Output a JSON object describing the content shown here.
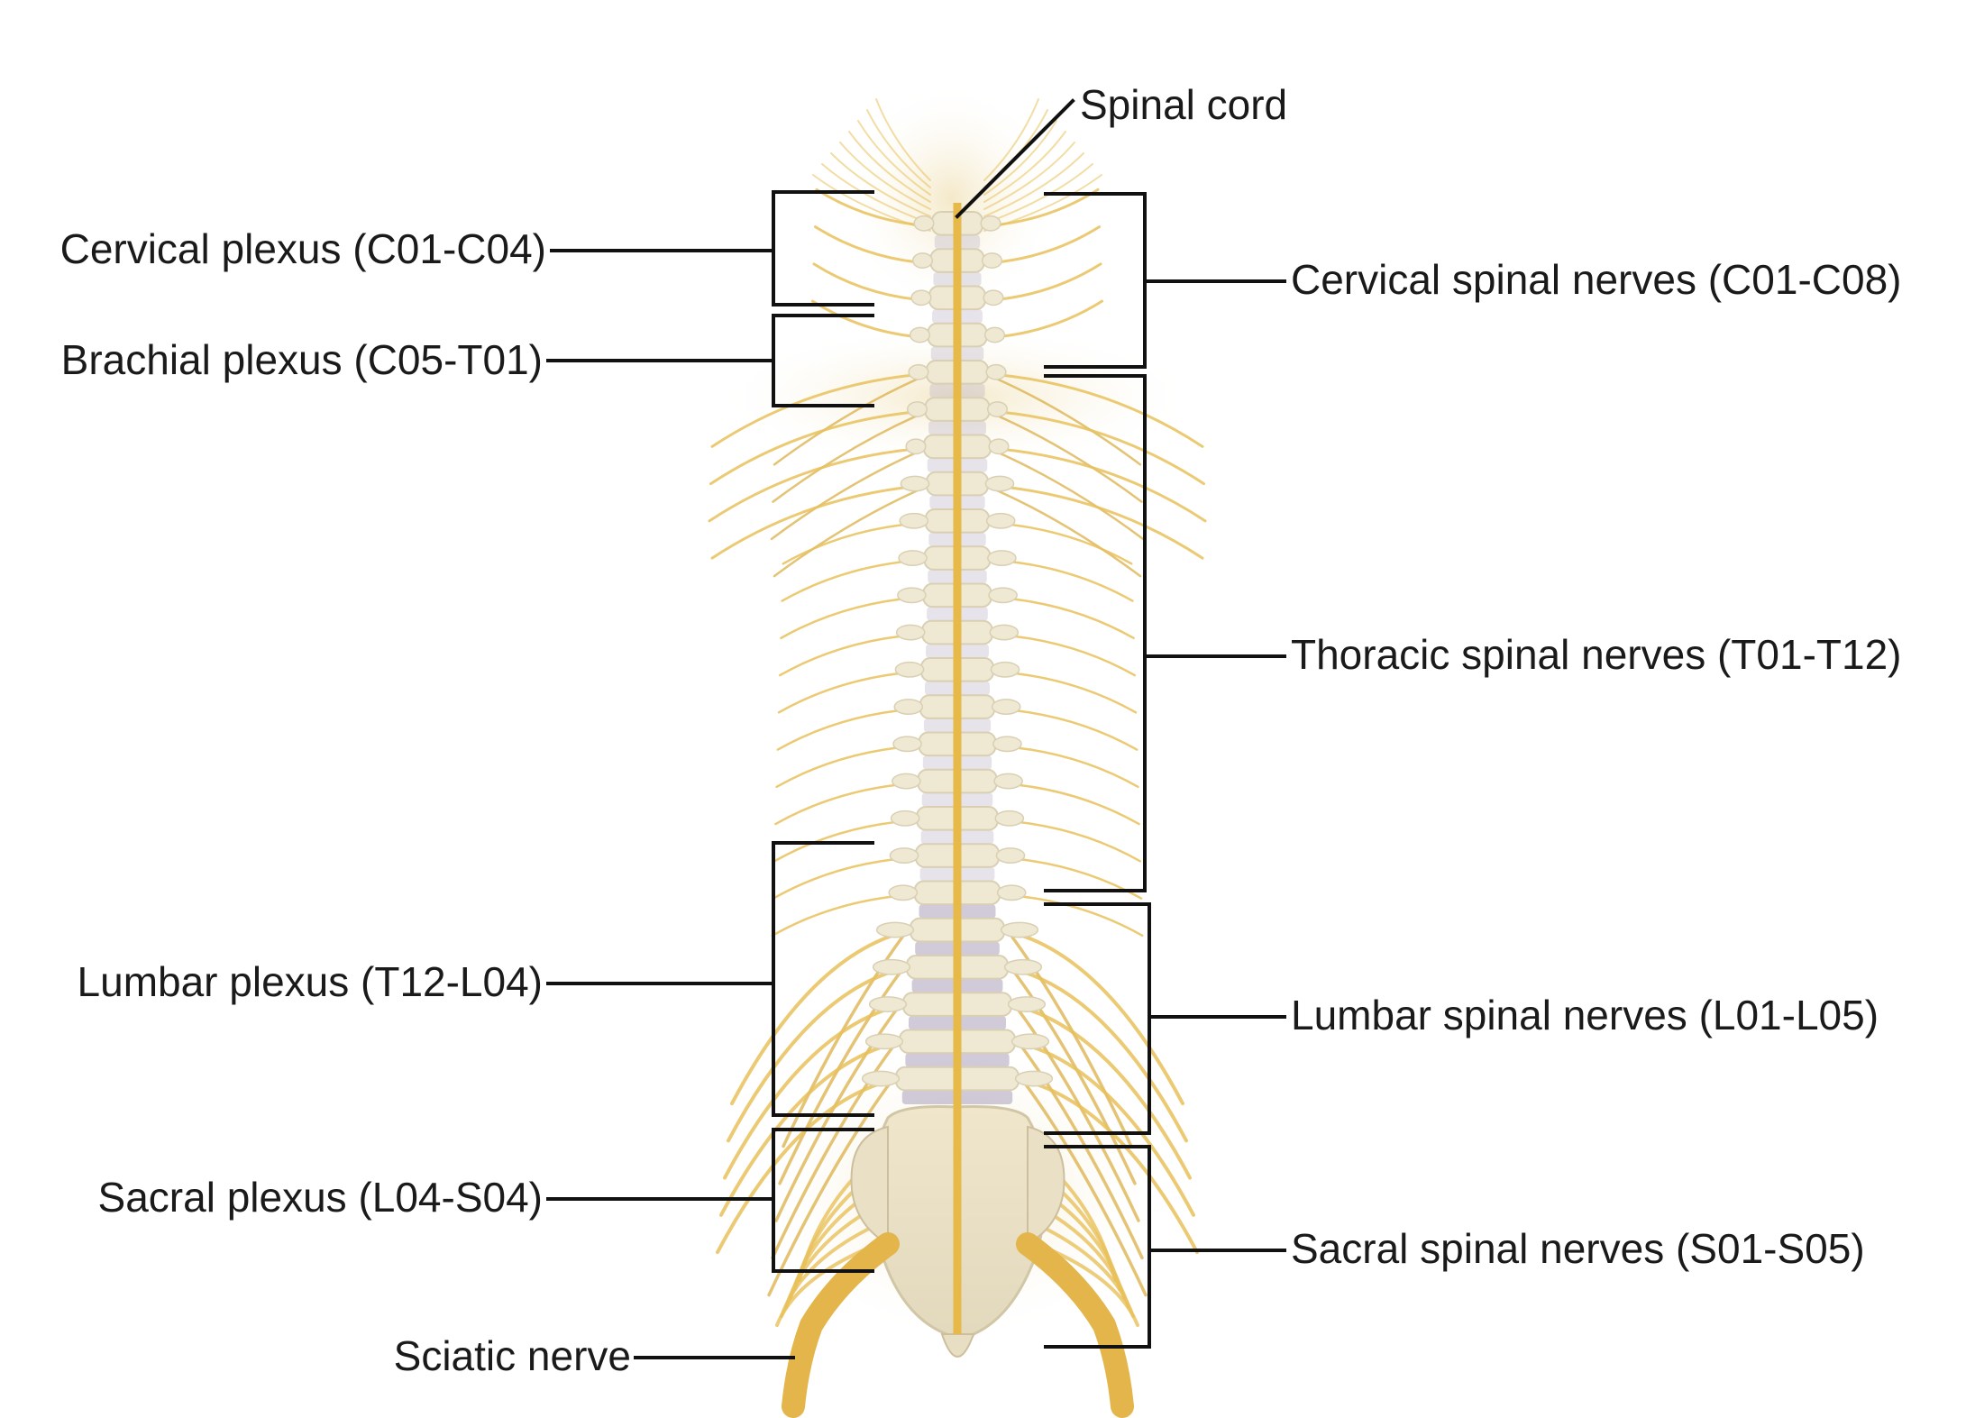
{
  "labels": {
    "spinal_cord": "Spinal cord",
    "cervical_plexus": "Cervical plexus (C01-C04)",
    "brachial_plexus": "Brachial plexus (C05-T01)",
    "lumbar_plexus": "Lumbar plexus (T12-L04)",
    "sacral_plexus": "Sacral plexus (L04-S04)",
    "sciatic_nerve": "Sciatic nerve",
    "cervical_spinal_nerves": "Cervical spinal nerves (C01-C08)",
    "thoracic_spinal_nerves": "Thoracic spinal nerves (T01-T12)",
    "lumbar_spinal_nerves": "Lumbar spinal nerves (L01-L05)",
    "sacral_spinal_nerves": "Sacral spinal nerves (S01-S05)"
  },
  "colors": {
    "nerve": "#e8c15a",
    "nerve_dark": "#d9a93a",
    "bone": "#efe8d2",
    "bone_shadow": "#d9d0b4",
    "disc": "#b7aec4",
    "leader_line": "#111111",
    "text": "#1a1a1a"
  }
}
